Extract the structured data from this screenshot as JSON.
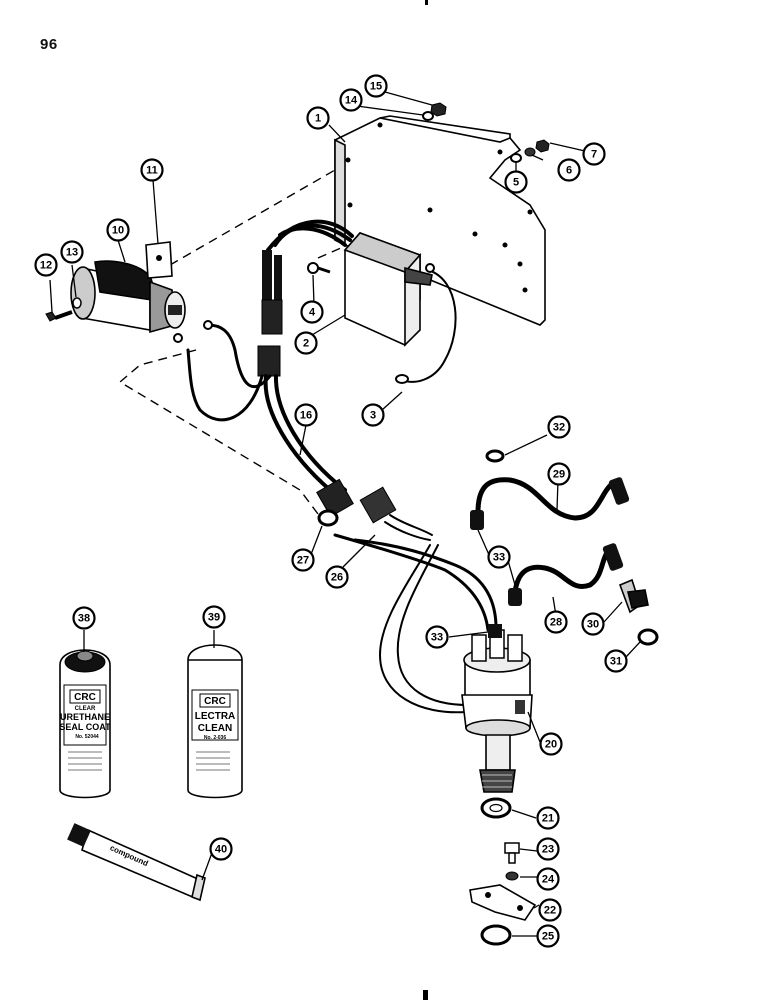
{
  "page": {
    "number": "96"
  },
  "callouts": [
    {
      "id": "1",
      "label": "1"
    },
    {
      "id": "2",
      "label": "2"
    },
    {
      "id": "3",
      "label": "3"
    },
    {
      "id": "4",
      "label": "4"
    },
    {
      "id": "5",
      "label": "5"
    },
    {
      "id": "6",
      "label": "6"
    },
    {
      "id": "7",
      "label": "7"
    },
    {
      "id": "10",
      "label": "10"
    },
    {
      "id": "11",
      "label": "11"
    },
    {
      "id": "12",
      "label": "12"
    },
    {
      "id": "13",
      "label": "13"
    },
    {
      "id": "14",
      "label": "14"
    },
    {
      "id": "15",
      "label": "15"
    },
    {
      "id": "16",
      "label": "16"
    },
    {
      "id": "20",
      "label": "20"
    },
    {
      "id": "21",
      "label": "21"
    },
    {
      "id": "22",
      "label": "22"
    },
    {
      "id": "23",
      "label": "23"
    },
    {
      "id": "24",
      "label": "24"
    },
    {
      "id": "25",
      "label": "25"
    },
    {
      "id": "26",
      "label": "26"
    },
    {
      "id": "27",
      "label": "27"
    },
    {
      "id": "28",
      "label": "28"
    },
    {
      "id": "29",
      "label": "29"
    },
    {
      "id": "30",
      "label": "30"
    },
    {
      "id": "31",
      "label": "31"
    },
    {
      "id": "32",
      "label": "32"
    },
    {
      "id": "33a",
      "label": "33"
    },
    {
      "id": "33b",
      "label": "33"
    },
    {
      "id": "38",
      "label": "38"
    },
    {
      "id": "39",
      "label": "39"
    },
    {
      "id": "40",
      "label": "40"
    }
  ],
  "products": {
    "can38": {
      "brand": "CRC",
      "line1": "CLEAR",
      "line2": "URETHANE",
      "line3": "SEAL COAT",
      "part": "No. 52044"
    },
    "can39": {
      "brand": "CRC",
      "line1": "LECTRA",
      "line2": "CLEAN",
      "part": "No. 2-036"
    },
    "tube40": {
      "text": "compound"
    }
  }
}
